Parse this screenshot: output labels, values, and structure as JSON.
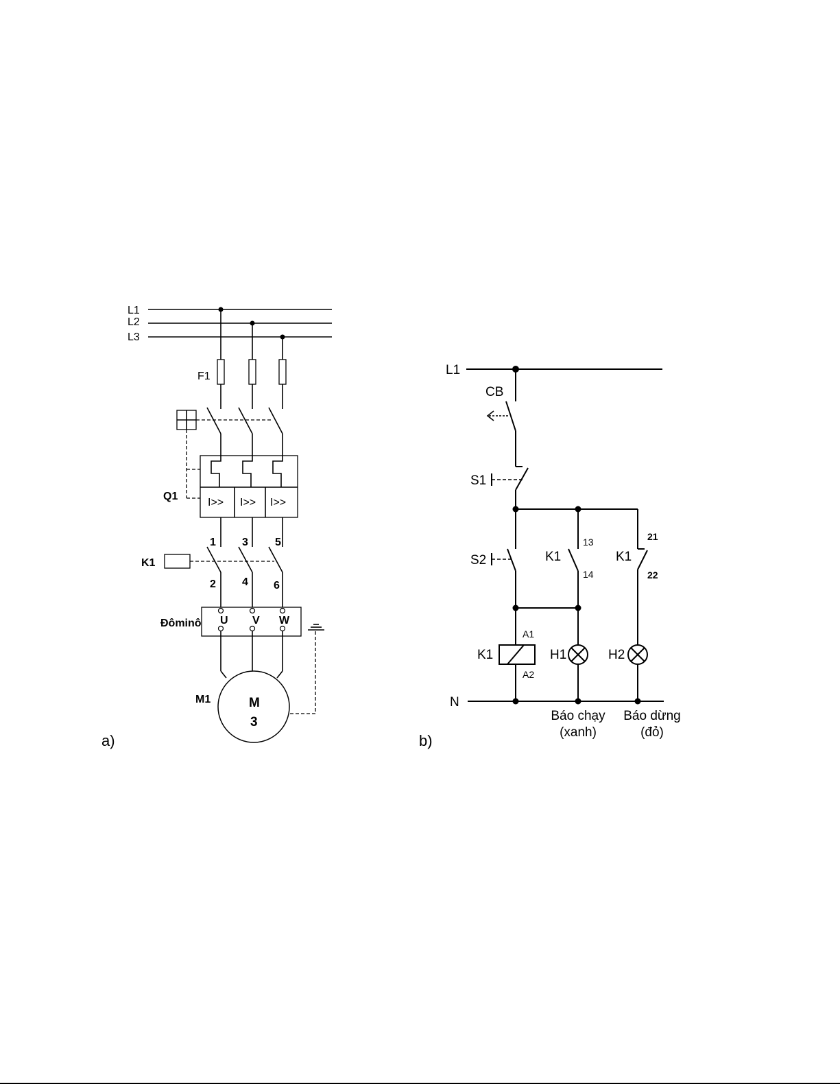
{
  "diagram_a": {
    "caption": "a)",
    "lines": [
      "L1",
      "L2",
      "L3"
    ],
    "fuse_label": "F1",
    "breaker_label": "Q1",
    "trip_labels": [
      "I>>",
      "I>>",
      "I>>"
    ],
    "contact_top_numbers": [
      "1",
      "3",
      "5"
    ],
    "contactor_label": "K1",
    "contact_bottom_numbers": [
      "2",
      "4",
      "6"
    ],
    "terminal_label": "Đôminô",
    "terminals": [
      "U",
      "V",
      "W"
    ],
    "motor_label": "M1",
    "motor_text": "M",
    "motor_phase": "3"
  },
  "diagram_b": {
    "caption": "b)",
    "line": "L1",
    "neutral": "N",
    "breaker": "CB",
    "stop_button": "S1",
    "start_button": "S2",
    "k1_no_label": "K1",
    "k1_no_terminals": [
      "13",
      "14"
    ],
    "k1_nc_label": "K1",
    "k1_nc_terminals": [
      "21",
      "22"
    ],
    "coil_label": "K1",
    "coil_terminals": [
      "A1",
      "A2"
    ],
    "lamp_run": "H1",
    "lamp_stop": "H2",
    "run_caption": [
      "Báo chạy",
      "(xanh)"
    ],
    "stop_caption": [
      "Báo dừng",
      "(đỏ)"
    ]
  }
}
